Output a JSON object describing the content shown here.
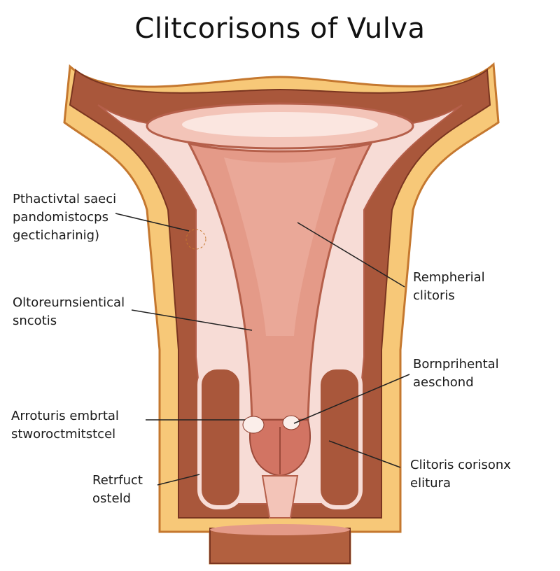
{
  "title": "Clitcorisons of Vulva",
  "labels": {
    "l1": {
      "line1": "Pthactivtal saeci",
      "line2": "pandomistocps",
      "line3": "gecticharinig)"
    },
    "l2": {
      "line1": "Oltoreurnsientical",
      "line2": "sncotis"
    },
    "l3": {
      "line1": "Arroturis embrtal",
      "line2": "stworoctmitstcel"
    },
    "l4": {
      "line1": "Retrfuct",
      "line2": "osteld"
    },
    "r1": {
      "line1": "Rempherial",
      "line2": "clitoris"
    },
    "r2": {
      "line1": "Bornprihental",
      "line2": "aeschond"
    },
    "r3": {
      "line1": "Clitoris corisonx",
      "line2": "elitura"
    }
  },
  "colors": {
    "skin": "#f7c878",
    "outline": "#c5782f",
    "muscle": "#a9573b",
    "pink": "#f7dcd6",
    "flesh": "#e49a88",
    "deep": "#c45a4a"
  }
}
